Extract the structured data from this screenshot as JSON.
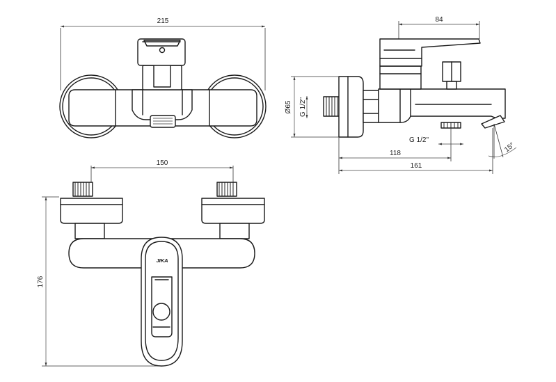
{
  "top_view": {
    "width_dim": "215"
  },
  "side_view": {
    "depth_dim": "84",
    "diameter_dim": "Ø65",
    "inlet_thread": "G 1/2\"",
    "outlet_thread": "G 1/2\"",
    "outlet_offset_dim": "118",
    "spout_length_dim": "161",
    "spout_angle": "15°"
  },
  "front_view": {
    "centers_dim": "150",
    "height_dim": "176",
    "brand_logo": "JIKA"
  }
}
